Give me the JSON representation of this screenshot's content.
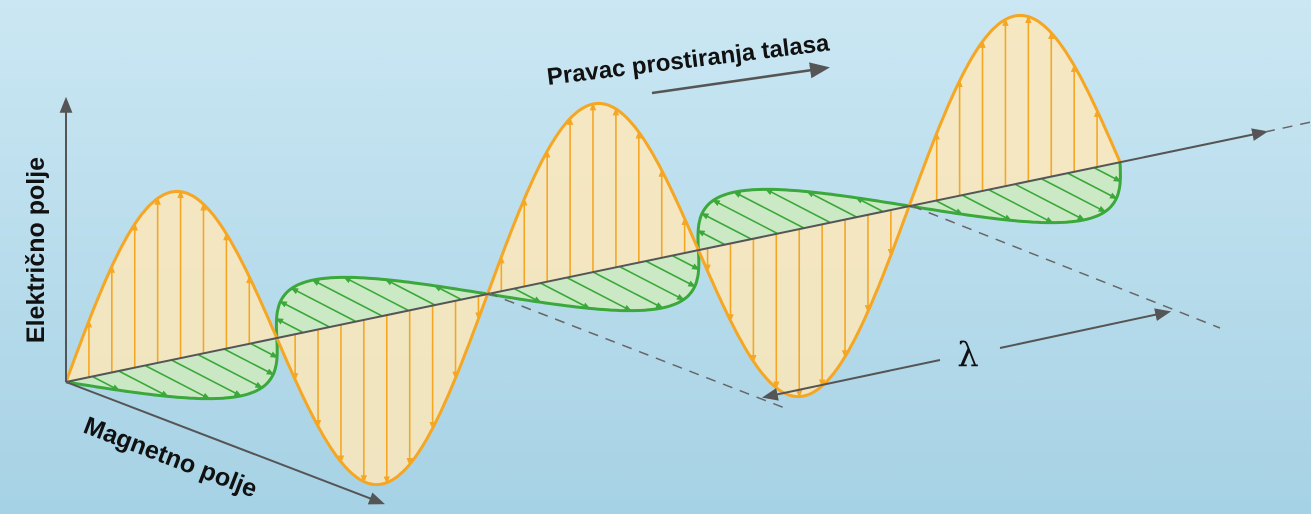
{
  "labels": {
    "electric_field": "Električno polje",
    "magnetic_field": "Magnetno polje",
    "propagation": "Pravac prostiranja talasa",
    "wavelength": "λ"
  },
  "colors": {
    "background_top": "#c9e6f2",
    "background_bottom": "#a8d3e6",
    "electric_wave": "#f5a623",
    "electric_fill": "#fde7b8",
    "magnetic_wave": "#3aa83a",
    "magnetic_fill": "#cdeac0",
    "axis": "#555555",
    "text": "#111111"
  }
}
